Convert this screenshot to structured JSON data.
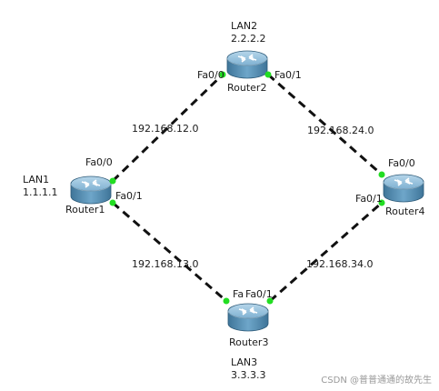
{
  "routers": {
    "r1": {
      "name": "Router1"
    },
    "r2": {
      "name": "Router2"
    },
    "r3": {
      "name": "Router3"
    },
    "r4": {
      "name": "Router4"
    }
  },
  "lans": {
    "lan1": {
      "name": "LAN1",
      "ip": "1.1.1.1"
    },
    "lan2": {
      "name": "LAN2",
      "ip": "2.2.2.2"
    },
    "lan3": {
      "name": "LAN3",
      "ip": "3.3.3.3"
    }
  },
  "links": {
    "r1_r2": {
      "network": "192.168.12.0"
    },
    "r2_r4": {
      "network": "192.168.24.0"
    },
    "r1_r3": {
      "network": "192.168.13.0"
    },
    "r3_r4": {
      "network": "192.168.34.0"
    }
  },
  "ports": {
    "r1_fa00": "Fa0/0",
    "r1_fa01": "Fa0/1",
    "r2_fa00": "Fa0/0",
    "r2_fa01": "Fa0/1",
    "r3_fa": "Fa",
    "r3_fa01": "Fa0/1",
    "r4_fa00": "Fa0/0",
    "r4_fa01": "Fa0/1"
  },
  "watermark": "CSDN @普普通通的故先生",
  "colors": {
    "link": "#111111",
    "port_up": "#22dd22",
    "router_body": "#5a93b8",
    "router_top": "#8fbcd8"
  },
  "icons": {
    "router": "router-icon"
  }
}
